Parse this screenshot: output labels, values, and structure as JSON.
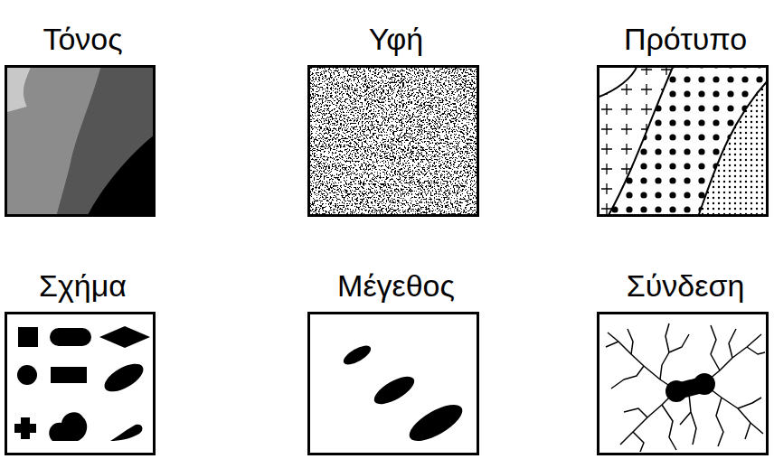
{
  "diagram": {
    "nodes": [
      {
        "text": [
          "Τόνος"
        ]
      },
      {
        "text": [
          "Υφή"
        ]
      },
      {
        "text": [
          "Πρότυπο"
        ]
      },
      {
        "text": [
          "Σχήμα"
        ]
      },
      {
        "text": [
          "Μέγεθος"
        ]
      },
      {
        "text": [
          "Σύνδεση"
        ]
      }
    ]
  }
}
